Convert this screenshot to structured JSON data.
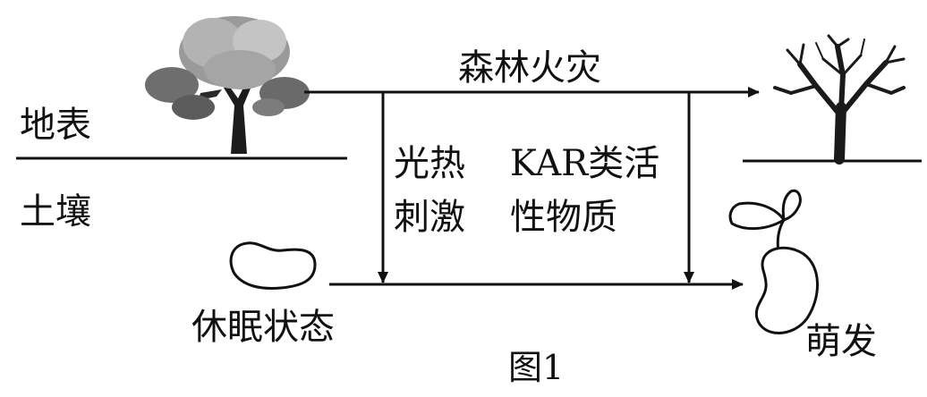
{
  "labels": {
    "surface": "地表",
    "soil": "土壤",
    "fire": "森林火灾",
    "light_heat_1": "光热",
    "light_heat_2": "刺激",
    "kar_1": "KAR类活",
    "kar_2": "性物质",
    "dormant": "休眠状态",
    "germinate": "萌发"
  },
  "caption": "图1",
  "icons": [
    "live-tree-icon",
    "burnt-tree-icon",
    "seed-icon",
    "seedling-icon"
  ],
  "colors": {
    "ink": "#111111",
    "foliage": "#8a8a8a",
    "foliage_dark": "#5c5c5c"
  }
}
